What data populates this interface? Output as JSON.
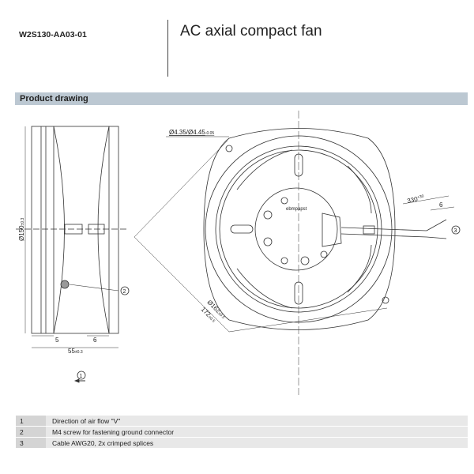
{
  "header": {
    "model": "W2S130-AA03-01",
    "title": "AC axial compact fan"
  },
  "section": {
    "title": "Product drawing"
  },
  "drawing": {
    "dim_hole": "Ø4.35/Ø4.45",
    "dim_hole_tol": "-0.05",
    "dim_cable_length": "330",
    "dim_cable_length_tol": "+30",
    "dim_strip": "6",
    "dim_diag_circle": "Ø162",
    "dim_diag_circle_tol": "±0.5",
    "dim_diag_square": "172",
    "dim_diag_square_tol": "±0.5",
    "dim_height": "Ø150",
    "dim_height_tol": "±0.3",
    "dim_depth": "55",
    "dim_depth_tol": "±0.3",
    "dim_left": "5",
    "dim_right": "6",
    "brand_label": "ebmpapst",
    "callouts": [
      "1",
      "2",
      "3"
    ]
  },
  "legend": [
    {
      "num": "1",
      "text": "Direction of air flow \"V\""
    },
    {
      "num": "2",
      "text": "M4 screw for fastening ground connector"
    },
    {
      "num": "3",
      "text": "Cable AWG20, 2x crimped splices"
    }
  ]
}
